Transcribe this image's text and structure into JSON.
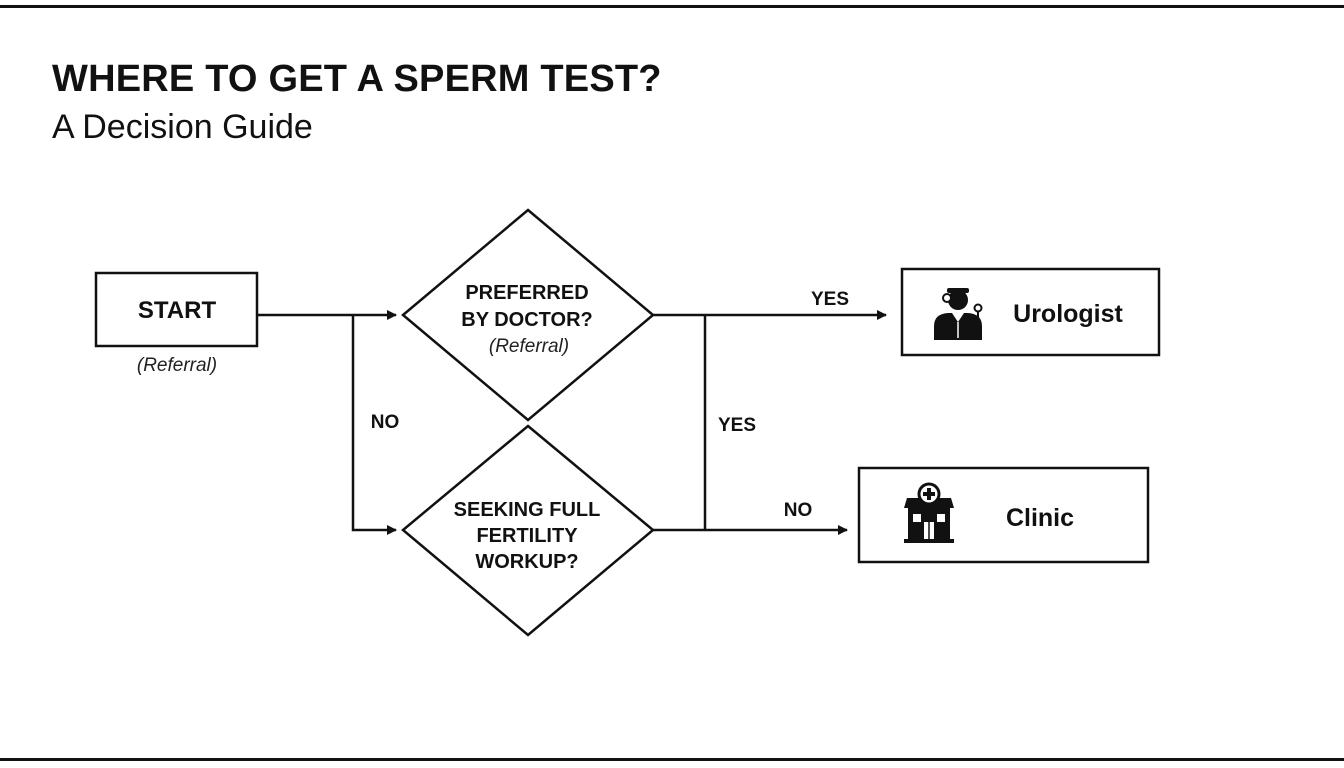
{
  "header": {
    "title": "WHERE TO GET A SPERM TEST?",
    "subtitle": "A Decision Guide"
  },
  "nodes": {
    "start": {
      "label": "START",
      "note": "(Referral)"
    },
    "decision_doctor": {
      "line1": "PREFERRED",
      "line2": "BY DOCTOR?",
      "note": "(Referral)"
    },
    "decision_workup": {
      "line1": "SEEKING FULL",
      "line2": "FERTILITY",
      "line3": "WORKUP?"
    },
    "urologist": {
      "label": "Urologist",
      "icon": "doctor-icon"
    },
    "clinic": {
      "label": "Clinic",
      "icon": "hospital-icon"
    }
  },
  "edges": {
    "start_no": "NO",
    "doctor_yes": "YES",
    "workup_yes": "YES",
    "workup_no": "NO"
  }
}
